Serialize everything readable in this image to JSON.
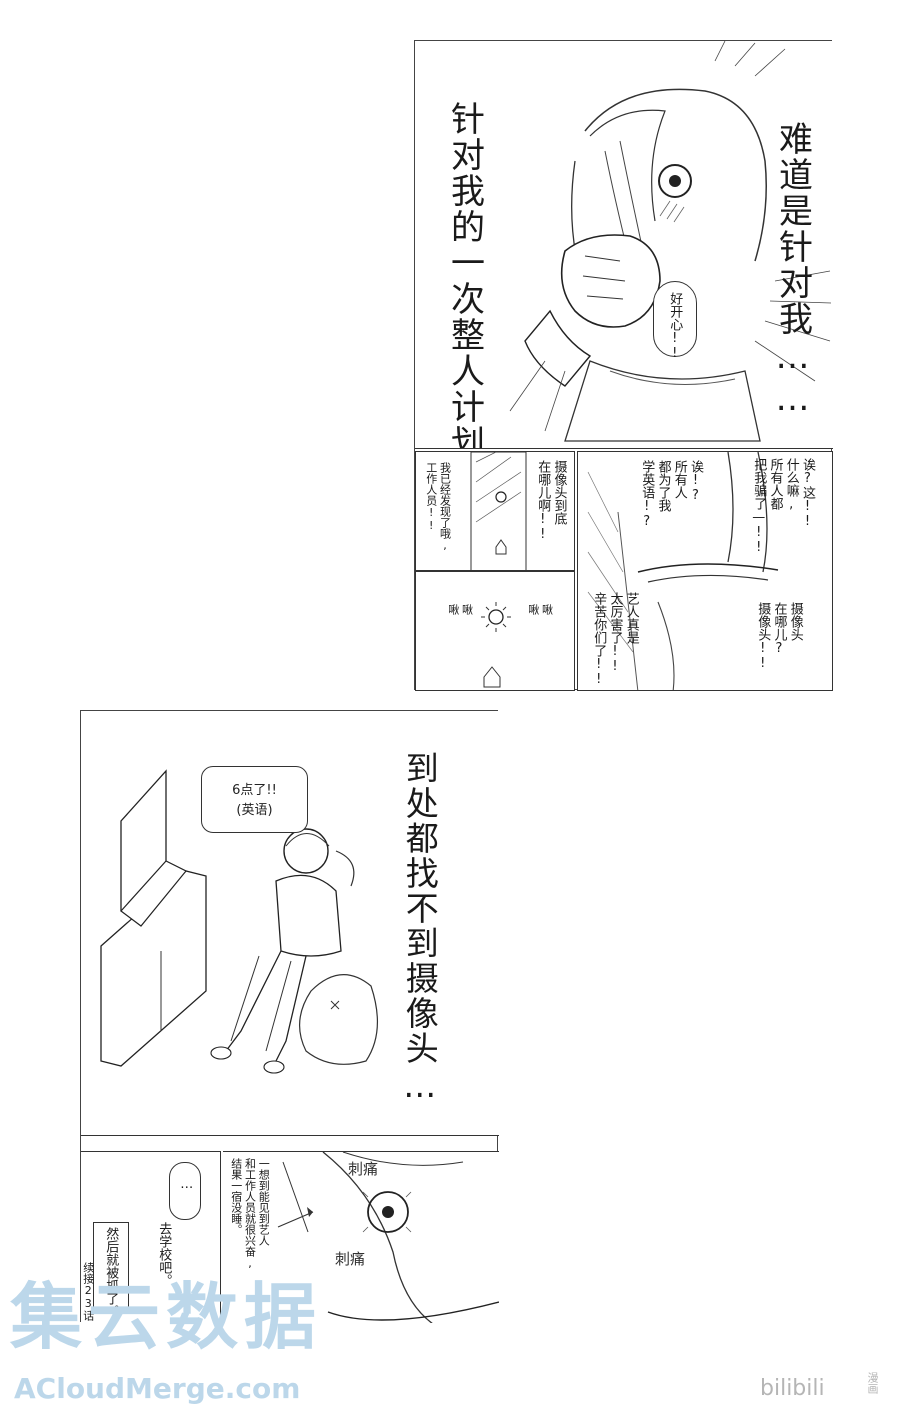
{
  "page1": {
    "panel1": {
      "caption_right": "难道是针对我……",
      "caption_left": "针对我的一次整人计划!?",
      "bubble": "好开心!!"
    },
    "panel2": {
      "text_a": "我已经发现了哦,\n工作人员!!",
      "text_b": "摄像头到底\n在哪儿啊!!"
    },
    "panel3": {
      "sfx_left": "啾\n啾",
      "sfx_right": "啾\n啾"
    },
    "panel4": {
      "text_a": "诶?这!!\n什么嘛,\n所有人都\n把我骗了—!!",
      "text_b": "诶!?\n所有人\n都为了我\n学英语!?",
      "text_c": "艺人真是\n太厉害了!!\n辛苦你们了!!",
      "text_d": "摄像头\n在哪儿?\n摄像头!!"
    }
  },
  "page2": {
    "panel1": {
      "caption": "到处都找不到摄像头…",
      "tv_bubble_line1": "6点了!!",
      "tv_bubble_line2": "(英语)"
    },
    "panel2": {
      "bubble_dots": "…",
      "text_school": "去学校吧。",
      "text_caught": "然后就被抓了。",
      "text_continued": "续接23话",
      "text_excited": "一想到能见到艺人\n和工作人员就很兴奋,\n结果一宿没睡。",
      "sfx_top": "刺痛",
      "sfx_mid": "刺痛"
    }
  },
  "watermark": {
    "cn": "集云数据",
    "en": "ACloudMerge.com",
    "bili": "bilibili",
    "bili_sub": "漫画"
  },
  "colors": {
    "ink": "#222222",
    "watermark": "#bcd7ea"
  }
}
